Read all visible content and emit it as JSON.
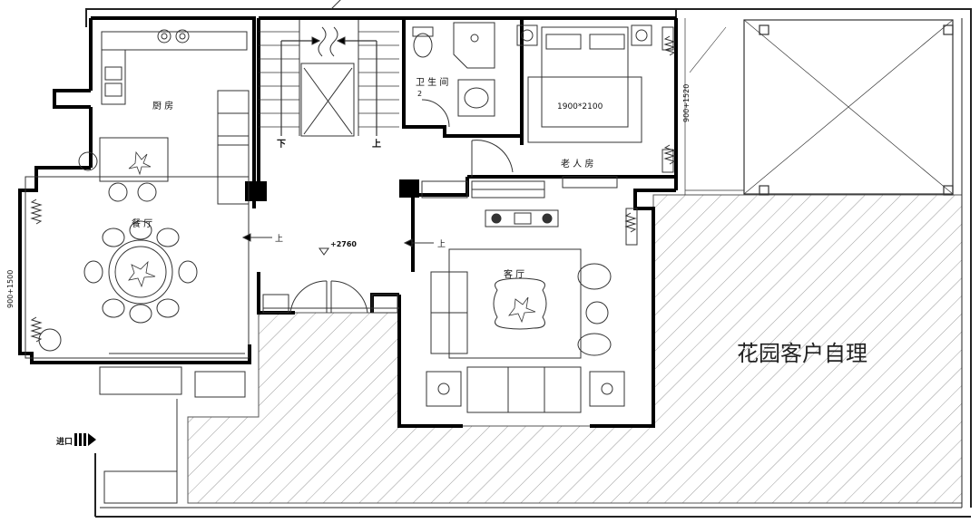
{
  "labels": {
    "kitchen": "厨 房",
    "dining": "餐 厅",
    "bathroom": "卫 生 间",
    "bathroom_num": "2",
    "elder_room": "老 人 房",
    "bed_size": "1900*2100",
    "living": "客 厅",
    "garden": "花园客户自理",
    "entrance": "进口",
    "stair_down": "下",
    "stair_up": "上",
    "step_up_left": "上",
    "step_up_right": "上",
    "elevation": "+2760",
    "dim_left": "900+1500",
    "dim_right": "900+1520"
  },
  "colors": {
    "wall": "#000000",
    "line": "#333333",
    "hatch": "#9a9a9a",
    "background": "#ffffff"
  }
}
